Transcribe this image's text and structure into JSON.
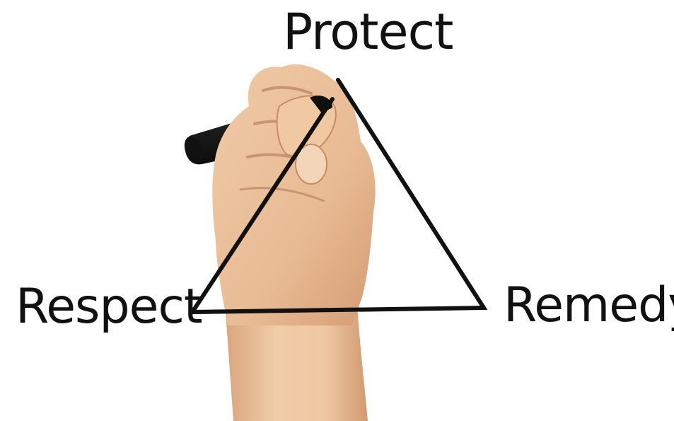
{
  "labels": {
    "top": "Protect",
    "left": "Respect",
    "right": "Remedy"
  },
  "colors": {
    "background": "#ffffff",
    "ink": "#111111",
    "skin": "#e9c09c",
    "skin_shadow": "#c9906a",
    "marker": "#1c1c1c"
  }
}
